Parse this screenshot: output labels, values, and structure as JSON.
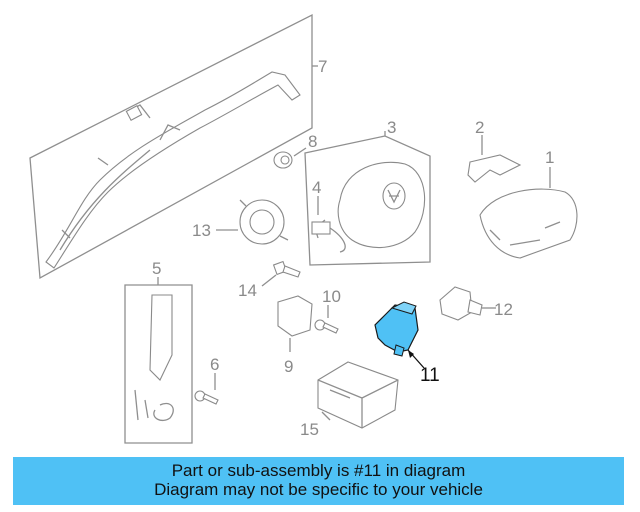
{
  "callouts": {
    "c1": "1",
    "c2": "2",
    "c3": "3",
    "c4": "4",
    "c5": "5",
    "c6": "6",
    "c7": "7",
    "c8": "8",
    "c9": "9",
    "c10": "10",
    "c11": "11",
    "c12": "12",
    "c13": "13",
    "c14": "14",
    "c15": "15"
  },
  "highlight_color": "#4fc1f5",
  "banner": {
    "line1": "Part or sub-assembly is #11 in diagram",
    "line2": "Diagram may not be specific to your vehicle"
  }
}
